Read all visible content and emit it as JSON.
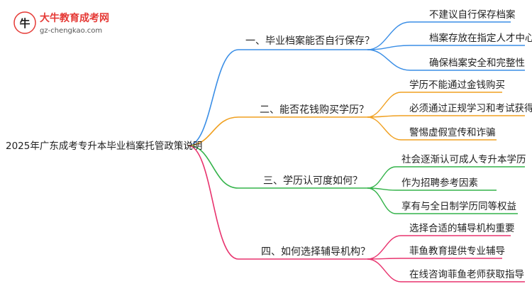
{
  "logo": {
    "title": "大牛教育成考网",
    "url": "gz-chengkao.com"
  },
  "root": {
    "label": "2025年广东成考专升本毕业档案托管政策说明"
  },
  "branches": [
    {
      "label": "一、毕业档案能否自行保存？",
      "color": "#3a8ee6",
      "leaves": [
        "不建议自行保存档案",
        "档案存放在指定人才中心",
        "确保档案安全和完整性"
      ]
    },
    {
      "label": "二、能否花钱购买学历？",
      "color": "#f0a020",
      "leaves": [
        "学历不能通过金钱购买",
        "必须通过正规学习和考试获得",
        "警惕虚假宣传和诈骗"
      ]
    },
    {
      "label": "三、学历认可度如何？",
      "color": "#34b34a",
      "leaves": [
        "社会逐渐认可成人专升本学历",
        "作为招聘参考因素",
        "享有与全日制学历同等权益"
      ]
    },
    {
      "label": "四、如何选择辅导机构？",
      "color": "#e8336e",
      "leaves": [
        "选择合适的辅导机构重要",
        "菲鱼教育提供专业辅导",
        "在线咨询菲鱼老师获取指导"
      ]
    }
  ]
}
